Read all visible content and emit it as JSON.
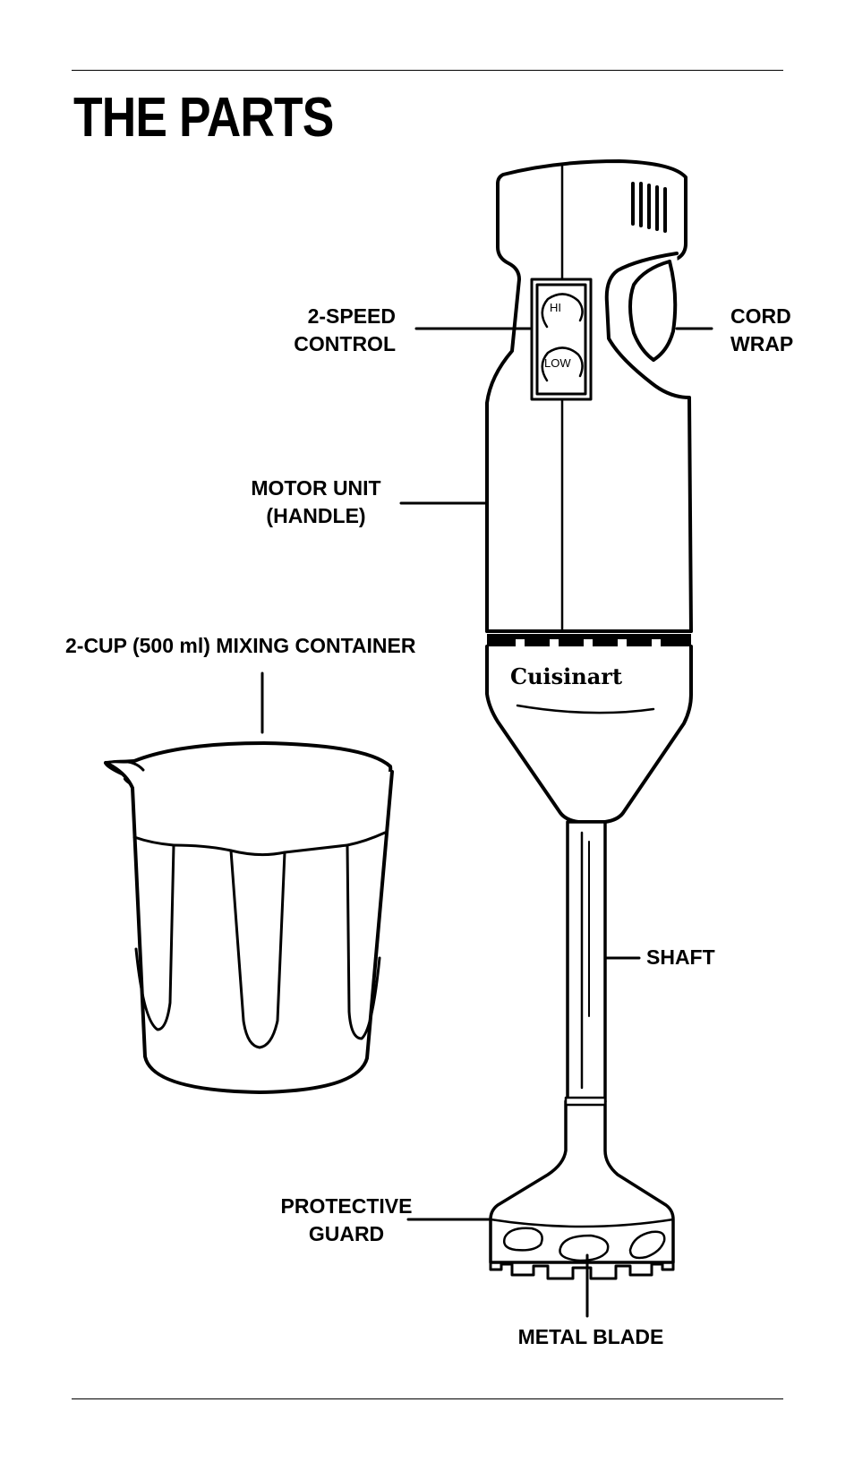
{
  "title": "THE PARTS",
  "labels": {
    "speed_control": [
      "2-SPEED",
      "CONTROL"
    ],
    "cord_wrap": [
      "CORD",
      "WRAP"
    ],
    "motor_unit": [
      "MOTOR UNIT",
      "(HANDLE)"
    ],
    "container": "2-CUP (500 ml) MIXING CONTAINER",
    "shaft": "SHAFT",
    "protective_guard": [
      "PROTECTIVE",
      "GUARD"
    ],
    "metal_blade": "METAL BLADE"
  },
  "device": {
    "brand": "Cuisinart",
    "button_hi": "HI",
    "button_low": "LOW"
  }
}
